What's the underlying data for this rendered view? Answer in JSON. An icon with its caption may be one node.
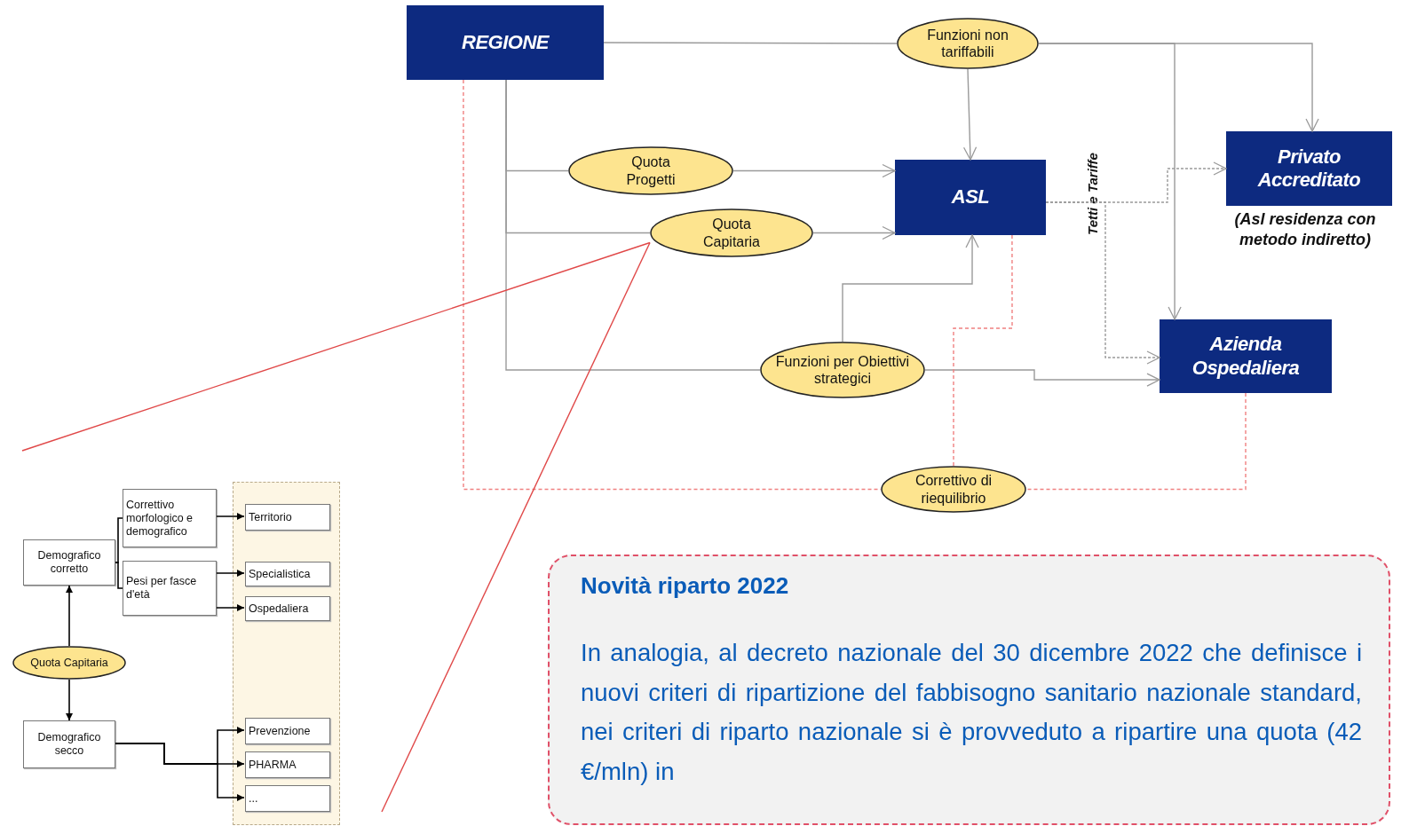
{
  "diagram": {
    "nodes": [
      {
        "text": [
          "REGIONE"
        ]
      },
      {
        "text": [
          "Funzioni non tariffabili"
        ]
      },
      {
        "text": [
          "Quota Progetti"
        ]
      },
      {
        "text": [
          "Quota Capitaria"
        ]
      },
      {
        "text": [
          "ASL"
        ]
      },
      {
        "text": [
          "Privato Accreditato"
        ],
        "beside": [
          "(Asl residenza con metodo indiretto)"
        ]
      },
      {
        "text": [
          "Funzioni per Obiettivi strategici"
        ]
      },
      {
        "text": [
          "Azienda Ospedaliera"
        ]
      },
      {
        "text": [
          "Correttivo di riequilibrio"
        ]
      },
      {
        "text": [
          "Demografico corretto"
        ]
      },
      {
        "text": [
          "Correttivo morfologico e demografico"
        ]
      },
      {
        "text": [
          "Pesi per fasce d'età"
        ]
      },
      {
        "text": [
          "Quota Capitaria"
        ]
      },
      {
        "text": [
          "Demografico secco"
        ]
      },
      {
        "text": [],
        "shape": "box"
      },
      {
        "text": [
          "Territorio"
        ],
        "in": 14
      },
      {
        "text": [
          "Specialistica"
        ],
        "in": 14
      },
      {
        "text": [
          "Ospedaliera"
        ],
        "in": 14
      },
      {
        "text": [
          "Prevenzione"
        ],
        "in": 14
      },
      {
        "text": [
          "PHARMA"
        ],
        "in": 14
      },
      {
        "text": [
          "..."
        ],
        "in": 14
      },
      {
        "text": [
          "Novità riparto 2022",
          "In analogia, al decreto nazionale del 30 dicembre 2022 che definisce i nuovi criteri di ripartizione del fabbisogno sanitario nazionale standard, nei criteri di riparto nazionale si è provveduto a ripartire una quota (42 €/mln) in"
        ]
      }
    ],
    "edges": [
      {
        "from": 0,
        "to": 1,
        "arrow": "none"
      },
      {
        "from": 1,
        "to": 4,
        "arrow": "to"
      },
      {
        "from": 1,
        "to": 5,
        "arrow": "to"
      },
      {
        "from": 1,
        "to": 7,
        "arrow": "to"
      },
      {
        "from": 0,
        "to": 2,
        "arrow": "none"
      },
      {
        "from": 0,
        "to": 3,
        "arrow": "none"
      },
      {
        "from": 0,
        "to": 6,
        "arrow": "none"
      },
      {
        "from": 2,
        "to": 4,
        "arrow": "to"
      },
      {
        "from": 3,
        "to": 4,
        "arrow": "to"
      },
      {
        "from": 6,
        "to": 4,
        "arrow": "to"
      },
      {
        "from": 6,
        "to": 7,
        "arrow": "to"
      },
      {
        "from": 4,
        "to": 5,
        "arrow": "to",
        "style": "dashed"
      },
      {
        "from": 4,
        "to": 7,
        "arrow": "to",
        "style": "dashed"
      },
      {
        "from": 0,
        "to": 8,
        "arrow": "none",
        "style": "dashed",
        "color": "#f08080"
      },
      {
        "from": 4,
        "to": 8,
        "arrow": "none",
        "style": "dashed",
        "color": "#f08080"
      },
      {
        "from": 7,
        "to": 8,
        "arrow": "none",
        "style": "dashed",
        "color": "#f08080"
      },
      {
        "from": 3,
        "to": null,
        "arrow": "none",
        "color": "#e04848"
      },
      {
        "from": 3,
        "to": null,
        "arrow": "none",
        "color": "#e04848"
      },
      {
        "from": 12,
        "to": 9,
        "arrow": "to",
        "color": "#000000"
      },
      {
        "from": 12,
        "to": 13,
        "arrow": "to",
        "color": "#000000"
      },
      {
        "from": 9,
        "to": 10,
        "arrow": "none",
        "color": "#000000"
      },
      {
        "from": 9,
        "to": 11,
        "arrow": "none",
        "color": "#000000"
      },
      {
        "from": 10,
        "to": 15,
        "arrow": "to",
        "color": "#000000"
      },
      {
        "from": 11,
        "to": 16,
        "arrow": "to",
        "color": "#000000"
      },
      {
        "from": 11,
        "to": 17,
        "arrow": "to",
        "color": "#000000"
      },
      {
        "from": 13,
        "to": 18,
        "arrow": "to",
        "color": "#000000"
      },
      {
        "from": 13,
        "to": 19,
        "arrow": "to",
        "color": "#000000"
      },
      {
        "from": 13,
        "to": 20,
        "arrow": "to",
        "color": "#000000"
      }
    ],
    "labels": [
      "Tetti e Tariffe"
    ]
  }
}
